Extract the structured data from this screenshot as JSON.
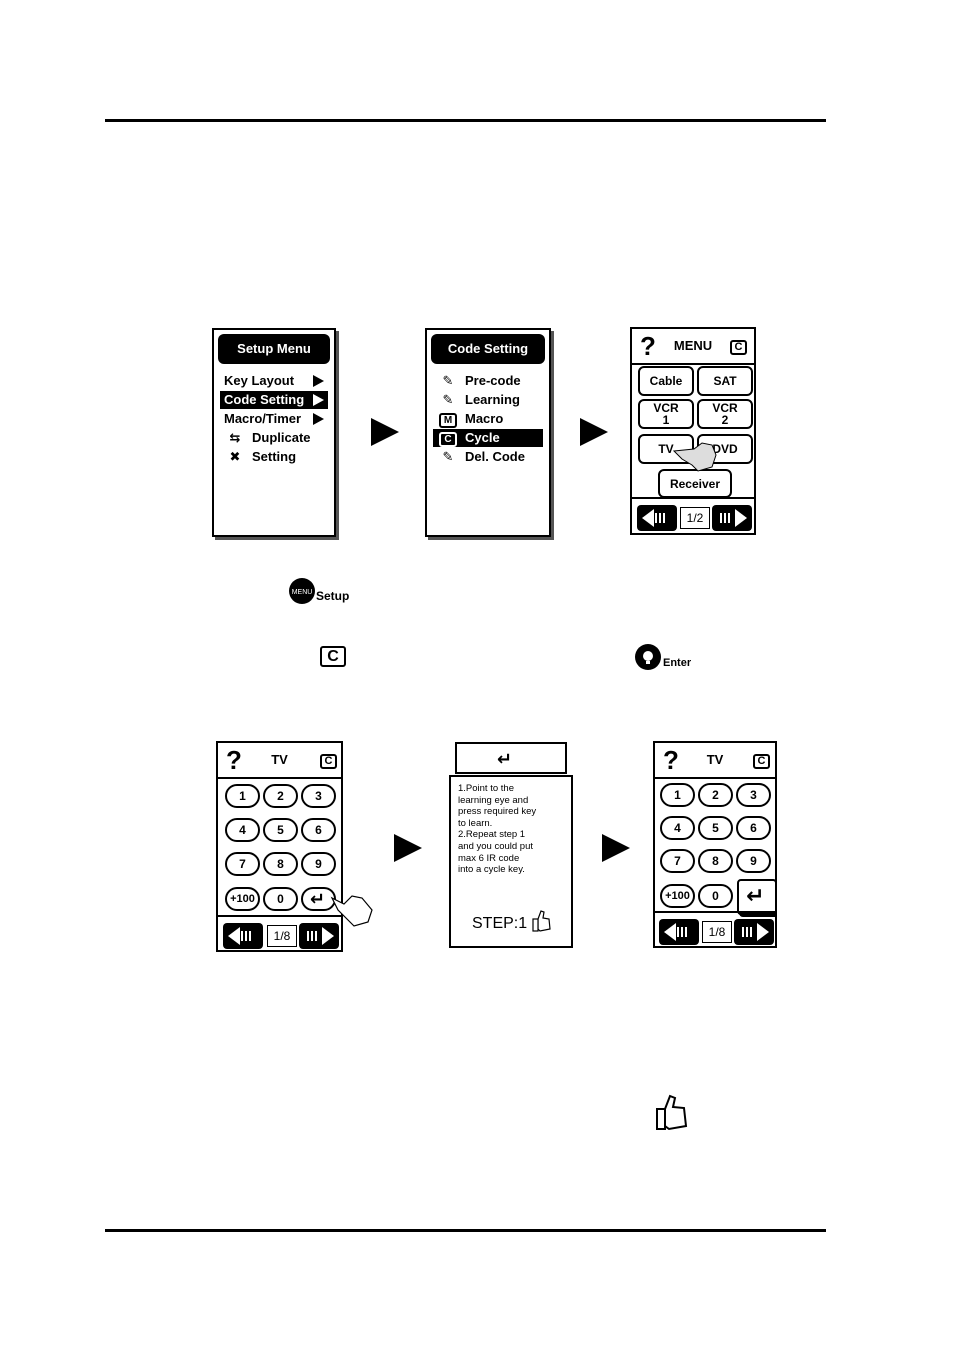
{
  "screen1": {
    "title": "Setup Menu",
    "items": [
      {
        "label": "Key Layout",
        "has_arrow": true,
        "selected": false,
        "icon": ""
      },
      {
        "label": "Code Setting",
        "has_arrow": true,
        "selected": true,
        "icon": ""
      },
      {
        "label": "Macro/Timer",
        "has_arrow": true,
        "selected": false,
        "icon": ""
      },
      {
        "label": "Duplicate",
        "has_arrow": false,
        "selected": false,
        "icon": "duplicate-arrows-icon"
      },
      {
        "label": "Setting",
        "has_arrow": false,
        "selected": false,
        "icon": "tools-icon"
      }
    ]
  },
  "screen2": {
    "title": "Code Setting",
    "items": [
      {
        "label": "Pre-code",
        "icon": "remote-icon",
        "selected": false
      },
      {
        "label": "Learning",
        "icon": "remote-learning-icon",
        "selected": false
      },
      {
        "label": "Macro",
        "icon": "macro-m-icon",
        "selected": false
      },
      {
        "label": "Cycle",
        "icon": "cycle-c-icon",
        "selected": true
      },
      {
        "label": "Del. Code",
        "icon": "delete-code-icon",
        "selected": false
      }
    ],
    "macro_badge": "M",
    "cycle_badge": "C"
  },
  "screen3": {
    "help": "?",
    "title": "MENU",
    "cycle_badge": "C",
    "devices": [
      "Cable",
      "SAT",
      "VCR\n1",
      "VCR\n2",
      "TV",
      "DVD",
      "Receiver"
    ],
    "page": "1/2"
  },
  "screen4": {
    "help": "?",
    "title": "TV",
    "cycle_badge": "C",
    "keys": [
      "1",
      "2",
      "3",
      "4",
      "5",
      "6",
      "7",
      "8",
      "9",
      "+100",
      "0"
    ],
    "page": "1/8"
  },
  "screen5": {
    "instructions": "1.Point to the\n   learning eye and\n   press required key\n   to learn.\n2.Repeat step 1\n   and you could put\n   max 6 IR code\n   into a cycle key.",
    "step": "STEP:1"
  },
  "screen6": {
    "help": "?",
    "title": "TV",
    "cycle_badge": "C",
    "keys": [
      "1",
      "2",
      "3",
      "4",
      "5",
      "6",
      "7",
      "8",
      "9",
      "+100",
      "0"
    ],
    "page": "1/8"
  },
  "inline_icons": {
    "menu_key_badge": "MENU",
    "menu_key_caption": "Setup",
    "cycle_badge": "C",
    "enter_caption": "Enter"
  },
  "colors": {
    "ink": "#000000",
    "paper": "#ffffff"
  }
}
